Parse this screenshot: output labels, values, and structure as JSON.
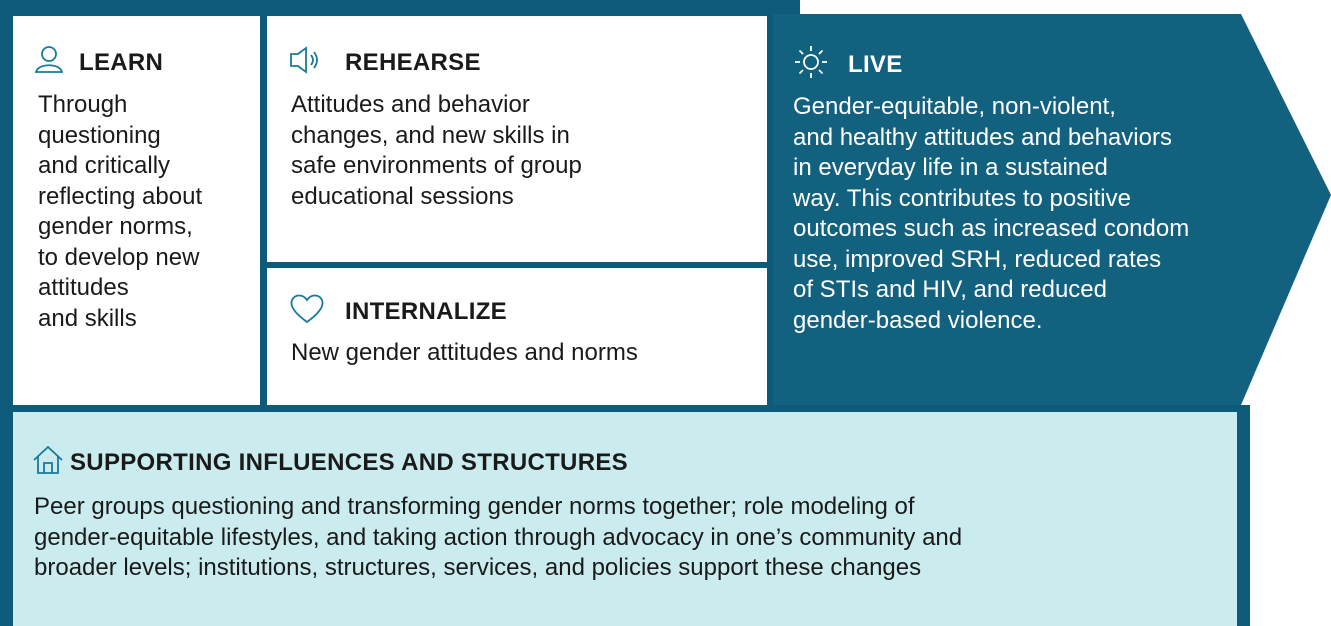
{
  "colors": {
    "frame": "#0d5a7a",
    "live_fill": "#11617f",
    "support_fill": "#cbecef",
    "white": "#ffffff",
    "text": "#1a1a1a"
  },
  "learn": {
    "icon": "person-icon",
    "title": "LEARN",
    "text": "Through\nquestioning\nand critically\nreflecting about\ngender norms,\nto develop new\nattitudes\nand skills"
  },
  "rehearse": {
    "icon": "speaker-icon",
    "title": "REHEARSE",
    "text": "Attitudes and behavior\nchanges, and new skills in\nsafe environments of group\neducational sessions"
  },
  "internalize": {
    "icon": "heart-icon",
    "title": "INTERNALIZE",
    "text": "New gender attitudes and norms"
  },
  "live": {
    "icon": "sun-icon",
    "title": "LIVE",
    "text": "Gender-equitable, non-violent,\nand healthy attitudes and behaviors\nin everyday life in a sustained\nway. This contributes to positive\noutcomes such as increased condom\nuse, improved SRH, reduced rates\nof STIs and HIV, and reduced\ngender-based violence."
  },
  "support": {
    "icon": "house-icon",
    "title": "SUPPORTING INFLUENCES AND STRUCTURES",
    "text": "Peer groups questioning and transforming gender norms together; role modeling of\ngender-equitable lifestyles, and taking action through advocacy in one’s community and\nbroader levels; institutions, structures, services, and policies support these changes"
  }
}
